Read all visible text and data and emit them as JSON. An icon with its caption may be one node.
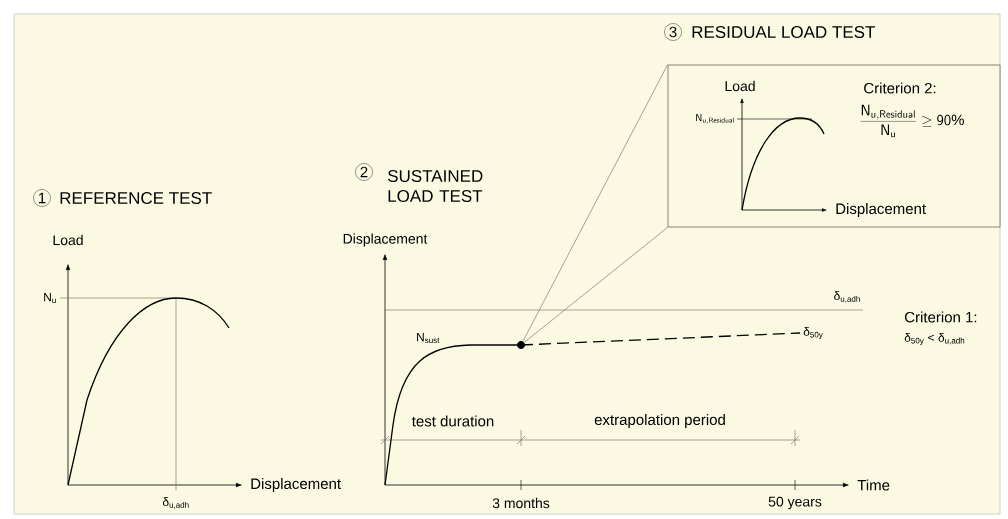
{
  "diagram": {
    "nodes": [
      {
        "text": [
          "3",
          "RESIDUAL LOAD TEST",
          "Load",
          "\\mathsf{N}_{\\mathsf{u,Residual}}",
          "Criterion 2:",
          "\\frac{\\mathsf{N}_{\\mathsf{u,Residual}}}{\\mathsf{N}_{\\mathsf{u}}} \\geq \\mathsf{90\\%}",
          "Displacement"
        ]
      },
      {
        "text": [],
        "shape": "circle"
      }
    ],
    "edges": [
      {
        "from": 1,
        "to": 0,
        "arrow": "none"
      },
      {
        "from": 1,
        "to": 0,
        "arrow": "none"
      }
    ],
    "labels": [
      "1",
      "REFERENCE TEST",
      "Load",
      "N$_{u}$",
      "Displacement",
      "δ$_{u,adh}$",
      "2",
      "SUSTAINED LOAD TEST",
      "Displacement",
      "N$_{sust}$",
      "δ$_{u,adh}$",
      "δ$_{50y}$",
      "Criterion 1:",
      "δ$_{50y}$ < δ$_{u,adh}$",
      "test duration",
      "extrapolation period",
      "3 months",
      "50 years",
      "Time"
    ]
  }
}
